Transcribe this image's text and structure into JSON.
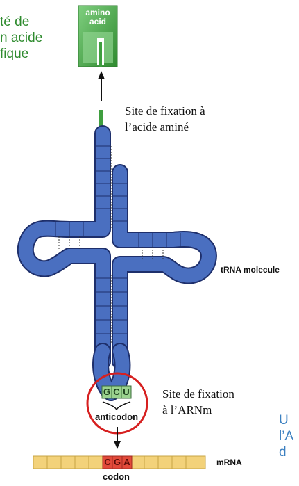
{
  "left_snippet": [
    "té de",
    "n acide",
    "fique"
  ],
  "amino_box": {
    "line1": "amino",
    "line2": "acid"
  },
  "site_aa": {
    "line1": "Site de fixation à",
    "line2": "l’acide aminé"
  },
  "trna_label": "tRNA molecule",
  "anticodon_bases": [
    "G",
    "C",
    "U"
  ],
  "anticodon_label": "anticodon",
  "site_arnm": {
    "line1": "Site de fixation",
    "line2": "à l’ARNm"
  },
  "codon_bases": [
    "C",
    "G",
    "A"
  ],
  "mrna_label": "mRNA",
  "codon_label": "codon",
  "right_snippet": [
    "U",
    "l’A",
    "d"
  ],
  "colors": {
    "trna_blue": "#3b5fae",
    "amino_green": "#3f9e3f",
    "codon_red": "#e24a3a",
    "mrna_yellow": "#f3d27a",
    "highlight_circle": "#d62020"
  }
}
